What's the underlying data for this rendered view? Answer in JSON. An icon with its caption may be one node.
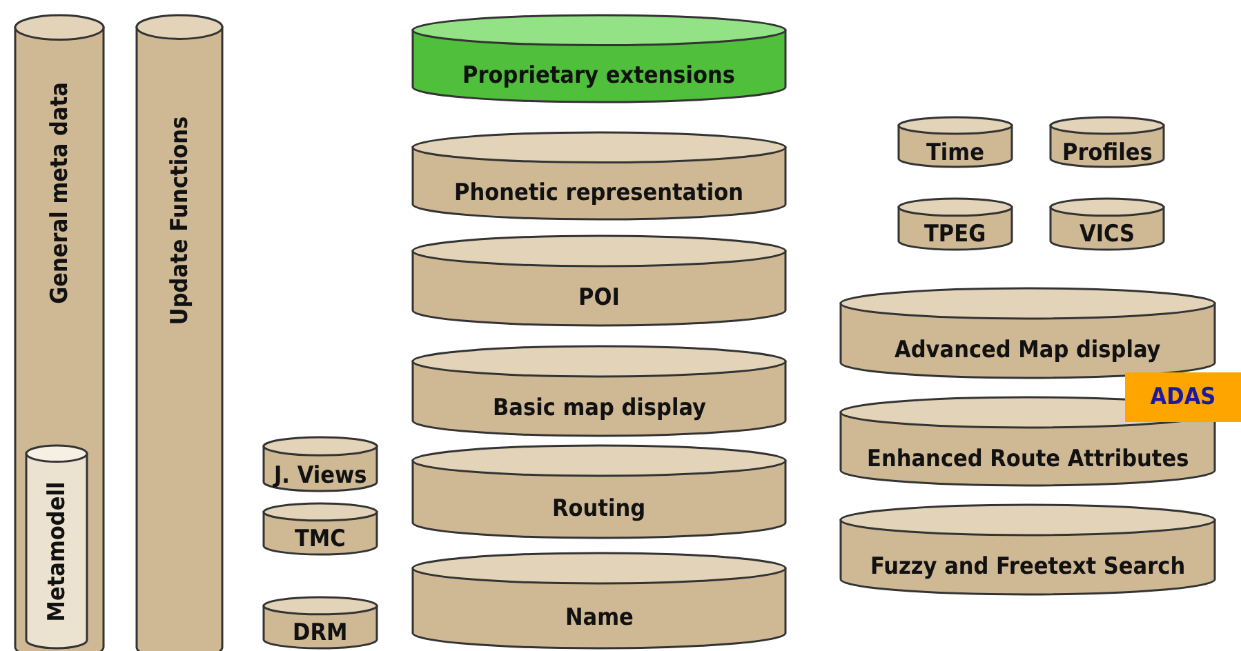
{
  "diagram": {
    "nodes": [
      {
        "text": [
          "General meta data"
        ]
      },
      {
        "text": [
          "Metamodell"
        ],
        "in": 0
      },
      {
        "text": [
          "Update Functions"
        ]
      },
      {
        "text": [
          "Proprietary extensions"
        ]
      },
      {
        "text": [
          "Phonetic representation"
        ]
      },
      {
        "text": [
          "POI"
        ]
      },
      {
        "text": [
          "Basic map display"
        ]
      },
      {
        "text": [
          "Routing"
        ]
      },
      {
        "text": [
          "Name"
        ]
      },
      {
        "text": [
          "J. Views"
        ]
      },
      {
        "text": [
          "TMC"
        ]
      },
      {
        "text": [
          "DRM"
        ]
      },
      {
        "text": [
          "Time"
        ]
      },
      {
        "text": [
          "Profiles"
        ]
      },
      {
        "text": [
          "TPEG"
        ]
      },
      {
        "text": [
          "VICS"
        ]
      },
      {
        "text": [
          "Advanced Map display"
        ]
      },
      {
        "text": [
          "ADAS"
        ]
      },
      {
        "text": [
          "Enhanced Route Attributes"
        ]
      },
      {
        "text": [
          "Fuzzy and Freetext Search"
        ]
      }
    ],
    "edges": []
  }
}
